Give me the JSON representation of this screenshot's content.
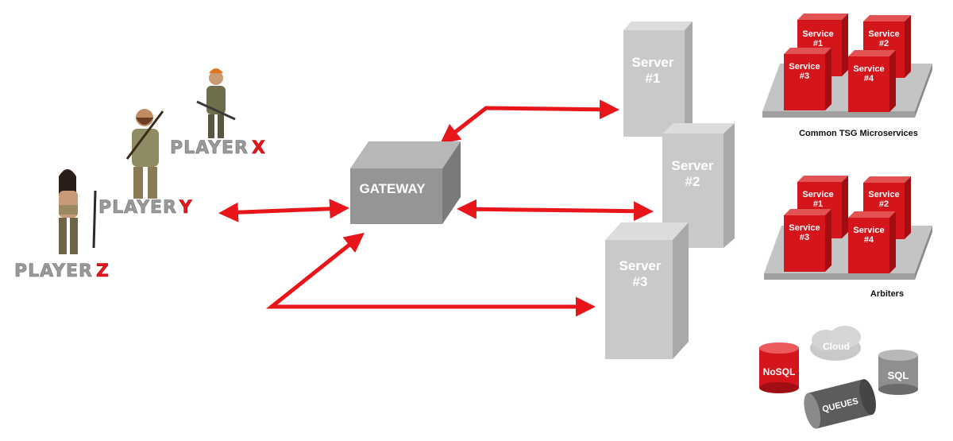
{
  "players": [
    {
      "id": "x",
      "word": "PLAYER",
      "letter": "X"
    },
    {
      "id": "y",
      "word": "PLAYER",
      "letter": "Y"
    },
    {
      "id": "z",
      "word": "PLAYER",
      "letter": "Z"
    }
  ],
  "gateway": {
    "label": "GATEWAY"
  },
  "servers": [
    {
      "line1": "Server",
      "line2": "#1"
    },
    {
      "line1": "Server",
      "line2": "#2"
    },
    {
      "line1": "Server",
      "line2": "#3"
    }
  ],
  "service_groups": [
    {
      "caption": "Common TSG Microservices",
      "services": [
        {
          "line1": "Service",
          "line2": "#1"
        },
        {
          "line1": "Service",
          "line2": "#2"
        },
        {
          "line1": "Service",
          "line2": "#3"
        },
        {
          "line1": "Service",
          "line2": "#4"
        }
      ]
    },
    {
      "caption": "Arbiters",
      "services": [
        {
          "line1": "Service",
          "line2": "#1"
        },
        {
          "line1": "Service",
          "line2": "#2"
        },
        {
          "line1": "Service",
          "line2": "#3"
        },
        {
          "line1": "Service",
          "line2": "#4"
        }
      ]
    }
  ],
  "storage": {
    "nosql": "NoSQL",
    "cloud": "Cloud",
    "sql": "SQL",
    "queues": "QUEUES"
  },
  "colors": {
    "accent": "#e8161b",
    "box": "#c8c8c8",
    "box_dark": "#9a9a9a",
    "red_box": "#d4151b"
  }
}
